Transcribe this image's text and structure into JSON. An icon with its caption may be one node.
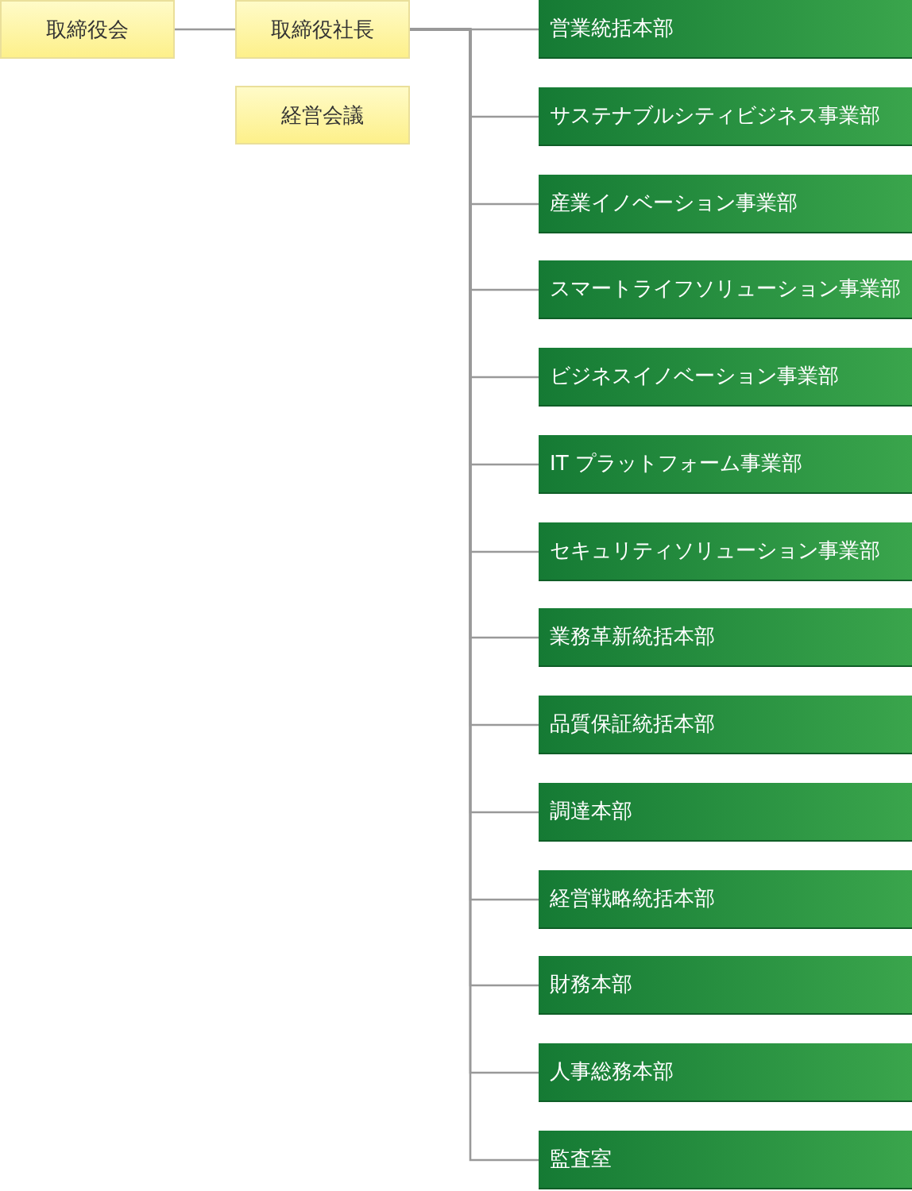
{
  "diagram": {
    "nodes": [
      {
        "text": [
          "取締役会"
        ]
      },
      {
        "text": [
          "取締役社長"
        ]
      },
      {
        "text": [
          "経営会議"
        ]
      },
      {
        "text": [
          "営業統括本部"
        ]
      },
      {
        "text": [
          "サステナブルシティビジネス事業部"
        ]
      },
      {
        "text": [
          "産業イノベーション事業部"
        ]
      },
      {
        "text": [
          "スマートライフソリューション事業部"
        ]
      },
      {
        "text": [
          "ビジネスイノベーション事業部"
        ]
      },
      {
        "text": [
          "IT プラットフォーム事業部"
        ]
      },
      {
        "text": [
          "セキュリティソリューション事業部"
        ]
      },
      {
        "text": [
          "業務革新統括本部"
        ]
      },
      {
        "text": [
          "品質保証統括本部"
        ]
      },
      {
        "text": [
          "調達本部"
        ]
      },
      {
        "text": [
          "経営戦略統括本部"
        ]
      },
      {
        "text": [
          "財務本部"
        ]
      },
      {
        "text": [
          "人事総務本部"
        ]
      },
      {
        "text": [
          "監査室"
        ]
      }
    ],
    "edges": [
      {
        "from": 0,
        "to": 1,
        "arrow": "none"
      },
      {
        "from": 1,
        "to": 3,
        "arrow": "none"
      },
      {
        "from": 1,
        "to": 4,
        "arrow": "none"
      },
      {
        "from": 1,
        "to": 5,
        "arrow": "none"
      },
      {
        "from": 1,
        "to": 6,
        "arrow": "none"
      },
      {
        "from": 1,
        "to": 7,
        "arrow": "none"
      },
      {
        "from": 1,
        "to": 8,
        "arrow": "none"
      },
      {
        "from": 1,
        "to": 9,
        "arrow": "none"
      },
      {
        "from": 1,
        "to": 10,
        "arrow": "none"
      },
      {
        "from": 1,
        "to": 11,
        "arrow": "none"
      },
      {
        "from": 1,
        "to": 12,
        "arrow": "none"
      },
      {
        "from": 1,
        "to": 13,
        "arrow": "none"
      },
      {
        "from": 1,
        "to": 14,
        "arrow": "none"
      },
      {
        "from": 1,
        "to": 15,
        "arrow": "none"
      },
      {
        "from": 1,
        "to": 16,
        "arrow": "none"
      }
    ]
  }
}
